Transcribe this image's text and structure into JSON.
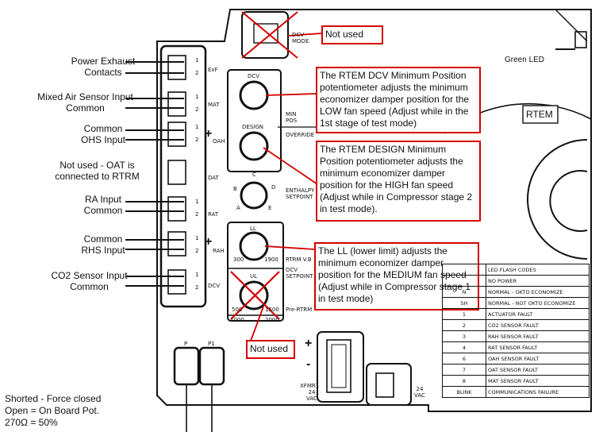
{
  "left_labels": [
    {
      "line1": "Power Exhaust",
      "line2": "Contacts"
    },
    {
      "line1": "Mixed Air Sensor Input",
      "line2": "Common"
    },
    {
      "line1": "Common",
      "line2": "OHS Input"
    },
    {
      "line1": "Not used - OAT is",
      "line2": "connected to RTRM"
    },
    {
      "line1": "RA Input",
      "line2": "Common"
    },
    {
      "line1": "Common",
      "line2": "RHS Input"
    },
    {
      "line1": "CO2 Sensor Input",
      "line2": "Common"
    }
  ],
  "terminals": [
    {
      "name": "ExF",
      "pin1": "1",
      "pin2": "2"
    },
    {
      "name": "MAT",
      "pin1": "1",
      "pin2": "2"
    },
    {
      "name": "OAH",
      "pin1": "1",
      "pin2": "2"
    },
    {
      "name": "DAT",
      "pin1": "",
      "pin2": ""
    },
    {
      "name": "RAT",
      "pin1": "1",
      "pin2": "2"
    },
    {
      "name": "RAH",
      "pin1": "1",
      "pin2": "2"
    },
    {
      "name": "DCV",
      "pin1": "1",
      "pin2": "2"
    }
  ],
  "pots": {
    "dcv": "DCV",
    "design": "DESIGN",
    "min_pos": "MIN\nPOS",
    "enthalpy": "ENTHALPY\nSETPOINT",
    "enth_letters": [
      "C",
      "B",
      "D",
      "A",
      "E"
    ],
    "ll": "LL",
    "ll_low": "300",
    "ll_high": "1900",
    "rtrm": "RTRM V.B",
    "dcv_setpoint": "DCV\nSETPOINT",
    "ul": "UL",
    "ul_low": "500",
    "ul_high": "1500",
    "ul_b_low": "1000",
    "ul_b_high": "2000",
    "pre_rtrm": "Pre-RTRM",
    "override": "OVERRIDE",
    "dcv_mode": "DCV\nMODE"
  },
  "board": {
    "green_led": "Green LED",
    "rtem": "RTEM",
    "xfmr": "XFMR1",
    "vac_left": "24\nVAC",
    "vac_right": "24\nVAC",
    "p": "P",
    "p1": "P1",
    "plus": "+",
    "minus": "-"
  },
  "callouts": {
    "not_used_top": "Not used",
    "dcv_min": "The RTEM DCV Minimum Position potentiometer adjusts the minimum economizer damper position for the LOW fan speed (Adjust while in the 1st stage of test mode)",
    "design_min": "The RTEM DESIGN Minimum Position potentiometer adjusts the minimum economizer damper position for the HIGH fan speed (Adjust while in Compressor stage 2 in test mode).",
    "ll": "The LL (lower limit) adjusts the minimum economizer damper position for the MEDIUM fan speed (Adjust while in Compressor stage 1 in test mode)",
    "not_used_bottom": "Not used"
  },
  "led_table": {
    "header": "LED FLASH CODES",
    "rows": [
      {
        "code": "",
        "text": "NO POWER"
      },
      {
        "code": "N",
        "text": "NORMAL - OKTO ECONOMIZE"
      },
      {
        "code": "SH",
        "text": "NORMAL - NOT OKTO ECONOMIZE"
      },
      {
        "code": "1",
        "text": "ACTUATOR FAULT"
      },
      {
        "code": "2",
        "text": "CO2 SENSOR FAULT"
      },
      {
        "code": "3",
        "text": "RAH SENSOR FAULT"
      },
      {
        "code": "4",
        "text": "RAT SENSOR FAULT"
      },
      {
        "code": "6",
        "text": "OAH SENSOR FAULT"
      },
      {
        "code": "7",
        "text": "OAT SENSOR FAULT"
      },
      {
        "code": "8",
        "text": "MAT SENSOR FAULT"
      },
      {
        "code": "BLINK",
        "text": "COMMUNICATIONS FAILURE"
      }
    ]
  },
  "bottom_note": {
    "line1": "Shorted - Force closed",
    "line2": "Open = On Board Pot.",
    "line3": "270Ω = 50%"
  }
}
